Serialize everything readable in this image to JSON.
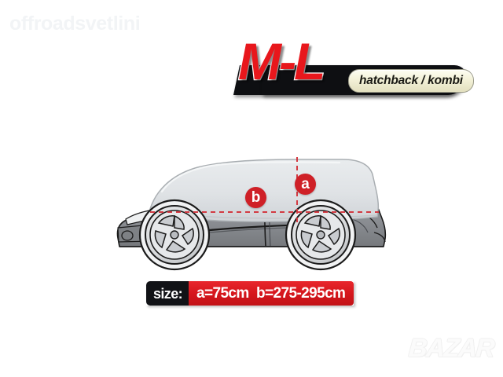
{
  "watermarks": {
    "top_left": "offroadsvetlini",
    "bottom_right": "BAZAR"
  },
  "badge": {
    "title": "M-L",
    "subtitle": "hatchback / kombi",
    "title_color": "#e8171c",
    "bar_color": "#111216",
    "pill_color": "#f3f1d8"
  },
  "diagram": {
    "marker_a": "a",
    "marker_b": "b",
    "marker_color": "#cf2027",
    "dash_color": "#d33a42",
    "cover_color": "#dcdfe1",
    "car_body_color": "#8d9094",
    "car_outline_color": "#1a1a1a",
    "alt_text": "Side view of a hatchback / kombi car with a half car cover over the roof and windows, showing measurement a (vertical) and b (horizontal)"
  },
  "size_bar": {
    "label": "size:",
    "value": "a=75cm  b=275-295cm",
    "dimension_a": "a=75cm",
    "dimension_b": "b=275-295cm",
    "label_bg": "#111216",
    "value_bg": "#d4161c"
  }
}
